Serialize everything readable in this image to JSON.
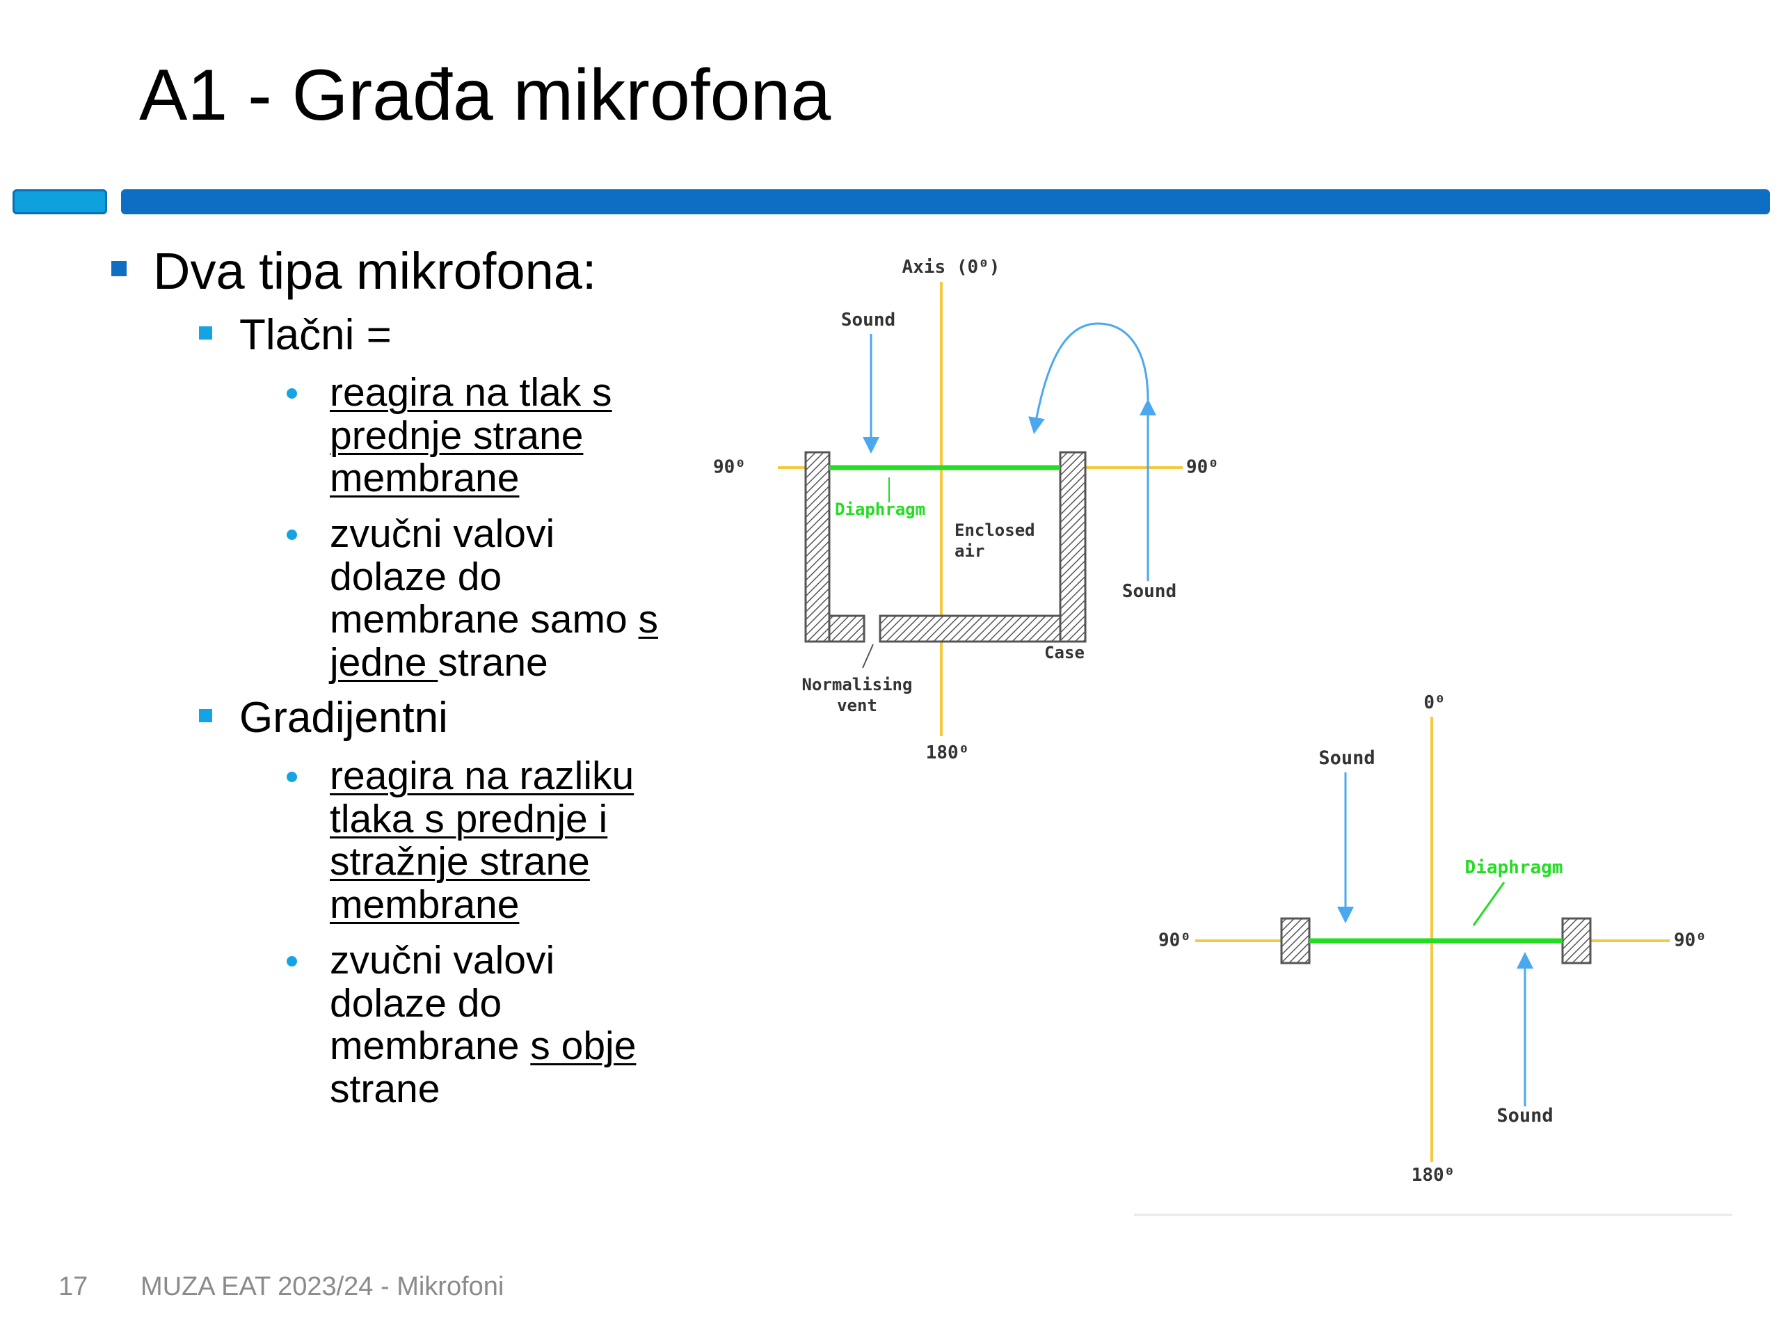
{
  "title": "A1 - Građa mikrofona",
  "bullets": {
    "main": "Dva tipa mikrofona:",
    "tlacni": {
      "label": "Tlačni =",
      "item1": [
        "reagira na tlak s",
        "prednje strane",
        "membrane"
      ],
      "item2_lines": [
        "zvučni valovi",
        "dolaze do"
      ],
      "item2_line3_a": "membrane samo ",
      "item2_line3_b": "s",
      "item2_line4_a": "jedne ",
      "item2_line4_b": "strane"
    },
    "gradijentni": {
      "label": "Gradijentni",
      "item1": [
        "reagira na razliku",
        "tlaka s prednje i",
        "stražnje strane",
        "membrane"
      ],
      "item2_lines": [
        "zvučni valovi",
        "dolaze do"
      ],
      "item2_line3_a": "membrane ",
      "item2_line3_b": "s obje",
      "item2_line4": "strane"
    }
  },
  "diagram_pressure": {
    "axis_label": "Axis (0⁰)",
    "sound_top": "Sound",
    "left_90": "90⁰",
    "right_90": "90⁰",
    "diaphragm": "Diaphragm",
    "enclosed_air_1": "Enclosed",
    "enclosed_air_2": "air",
    "sound_right": "Sound",
    "case": "Case",
    "vent_1": "Normalising",
    "vent_2": "vent",
    "bottom_180": "180⁰"
  },
  "diagram_gradient": {
    "top_0": "0⁰",
    "sound_top": "Sound",
    "diaphragm": "Diaphragm",
    "left_90": "90⁰",
    "right_90": "90⁰",
    "sound_bottom": "Sound",
    "bottom_180": "180⁰"
  },
  "colors": {
    "axis": "#f5c842",
    "diaphragm": "#22dd22",
    "arrow": "#4aa8ee",
    "bar_dark": "#0d6ec4",
    "bar_light": "#0ea0dc"
  },
  "footer": {
    "page_number": "17",
    "text": "MUZA EAT 2023/24 - Mikrofoni"
  }
}
